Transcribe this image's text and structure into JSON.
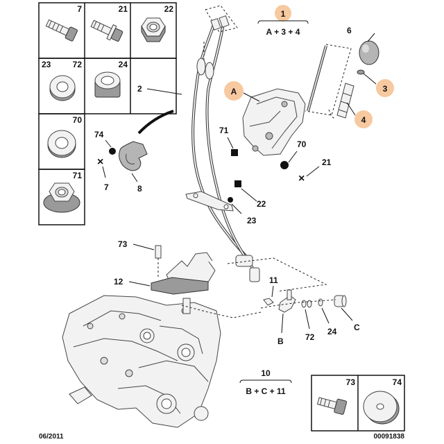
{
  "diagram": {
    "footer": {
      "date": "06/2011",
      "reference": "00091838"
    },
    "formulas": {
      "top": {
        "number": "1",
        "expression": "A + 3 + 4"
      },
      "bottom": {
        "number": "10",
        "expression": "B + C + 11"
      }
    },
    "grid_cells": {
      "c7": "7",
      "c21": "21",
      "c22": "22",
      "c23": "23",
      "c72": "72",
      "c24": "24",
      "c70": "70",
      "c71": "71",
      "c73": "73",
      "c74": "74"
    },
    "callouts": {
      "cA": "A",
      "c3": "3",
      "c4": "4"
    },
    "labels": {
      "l2": "2",
      "l6": "6",
      "l7": "7",
      "l8": "8",
      "l74": "74",
      "l71": "71",
      "l70": "70",
      "l21": "21",
      "l22": "22",
      "l23": "23",
      "l73": "73",
      "l12": "12",
      "l11": "11",
      "lB": "B",
      "l72": "72",
      "l24": "24",
      "lC": "C"
    },
    "colors": {
      "callout_fill": "#f7c9a0",
      "line": "#111111",
      "part_fill": "#f2f2f2"
    }
  }
}
